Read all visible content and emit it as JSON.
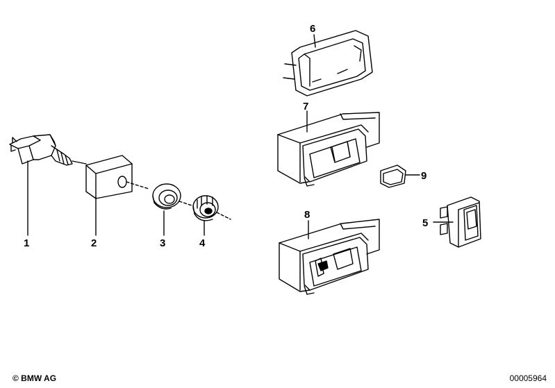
{
  "callouts": [
    "1",
    "2",
    "3",
    "4",
    "5",
    "6",
    "7",
    "8",
    "9"
  ],
  "footer": {
    "copyright": "© BMW AG",
    "doc_number": "00005964"
  }
}
